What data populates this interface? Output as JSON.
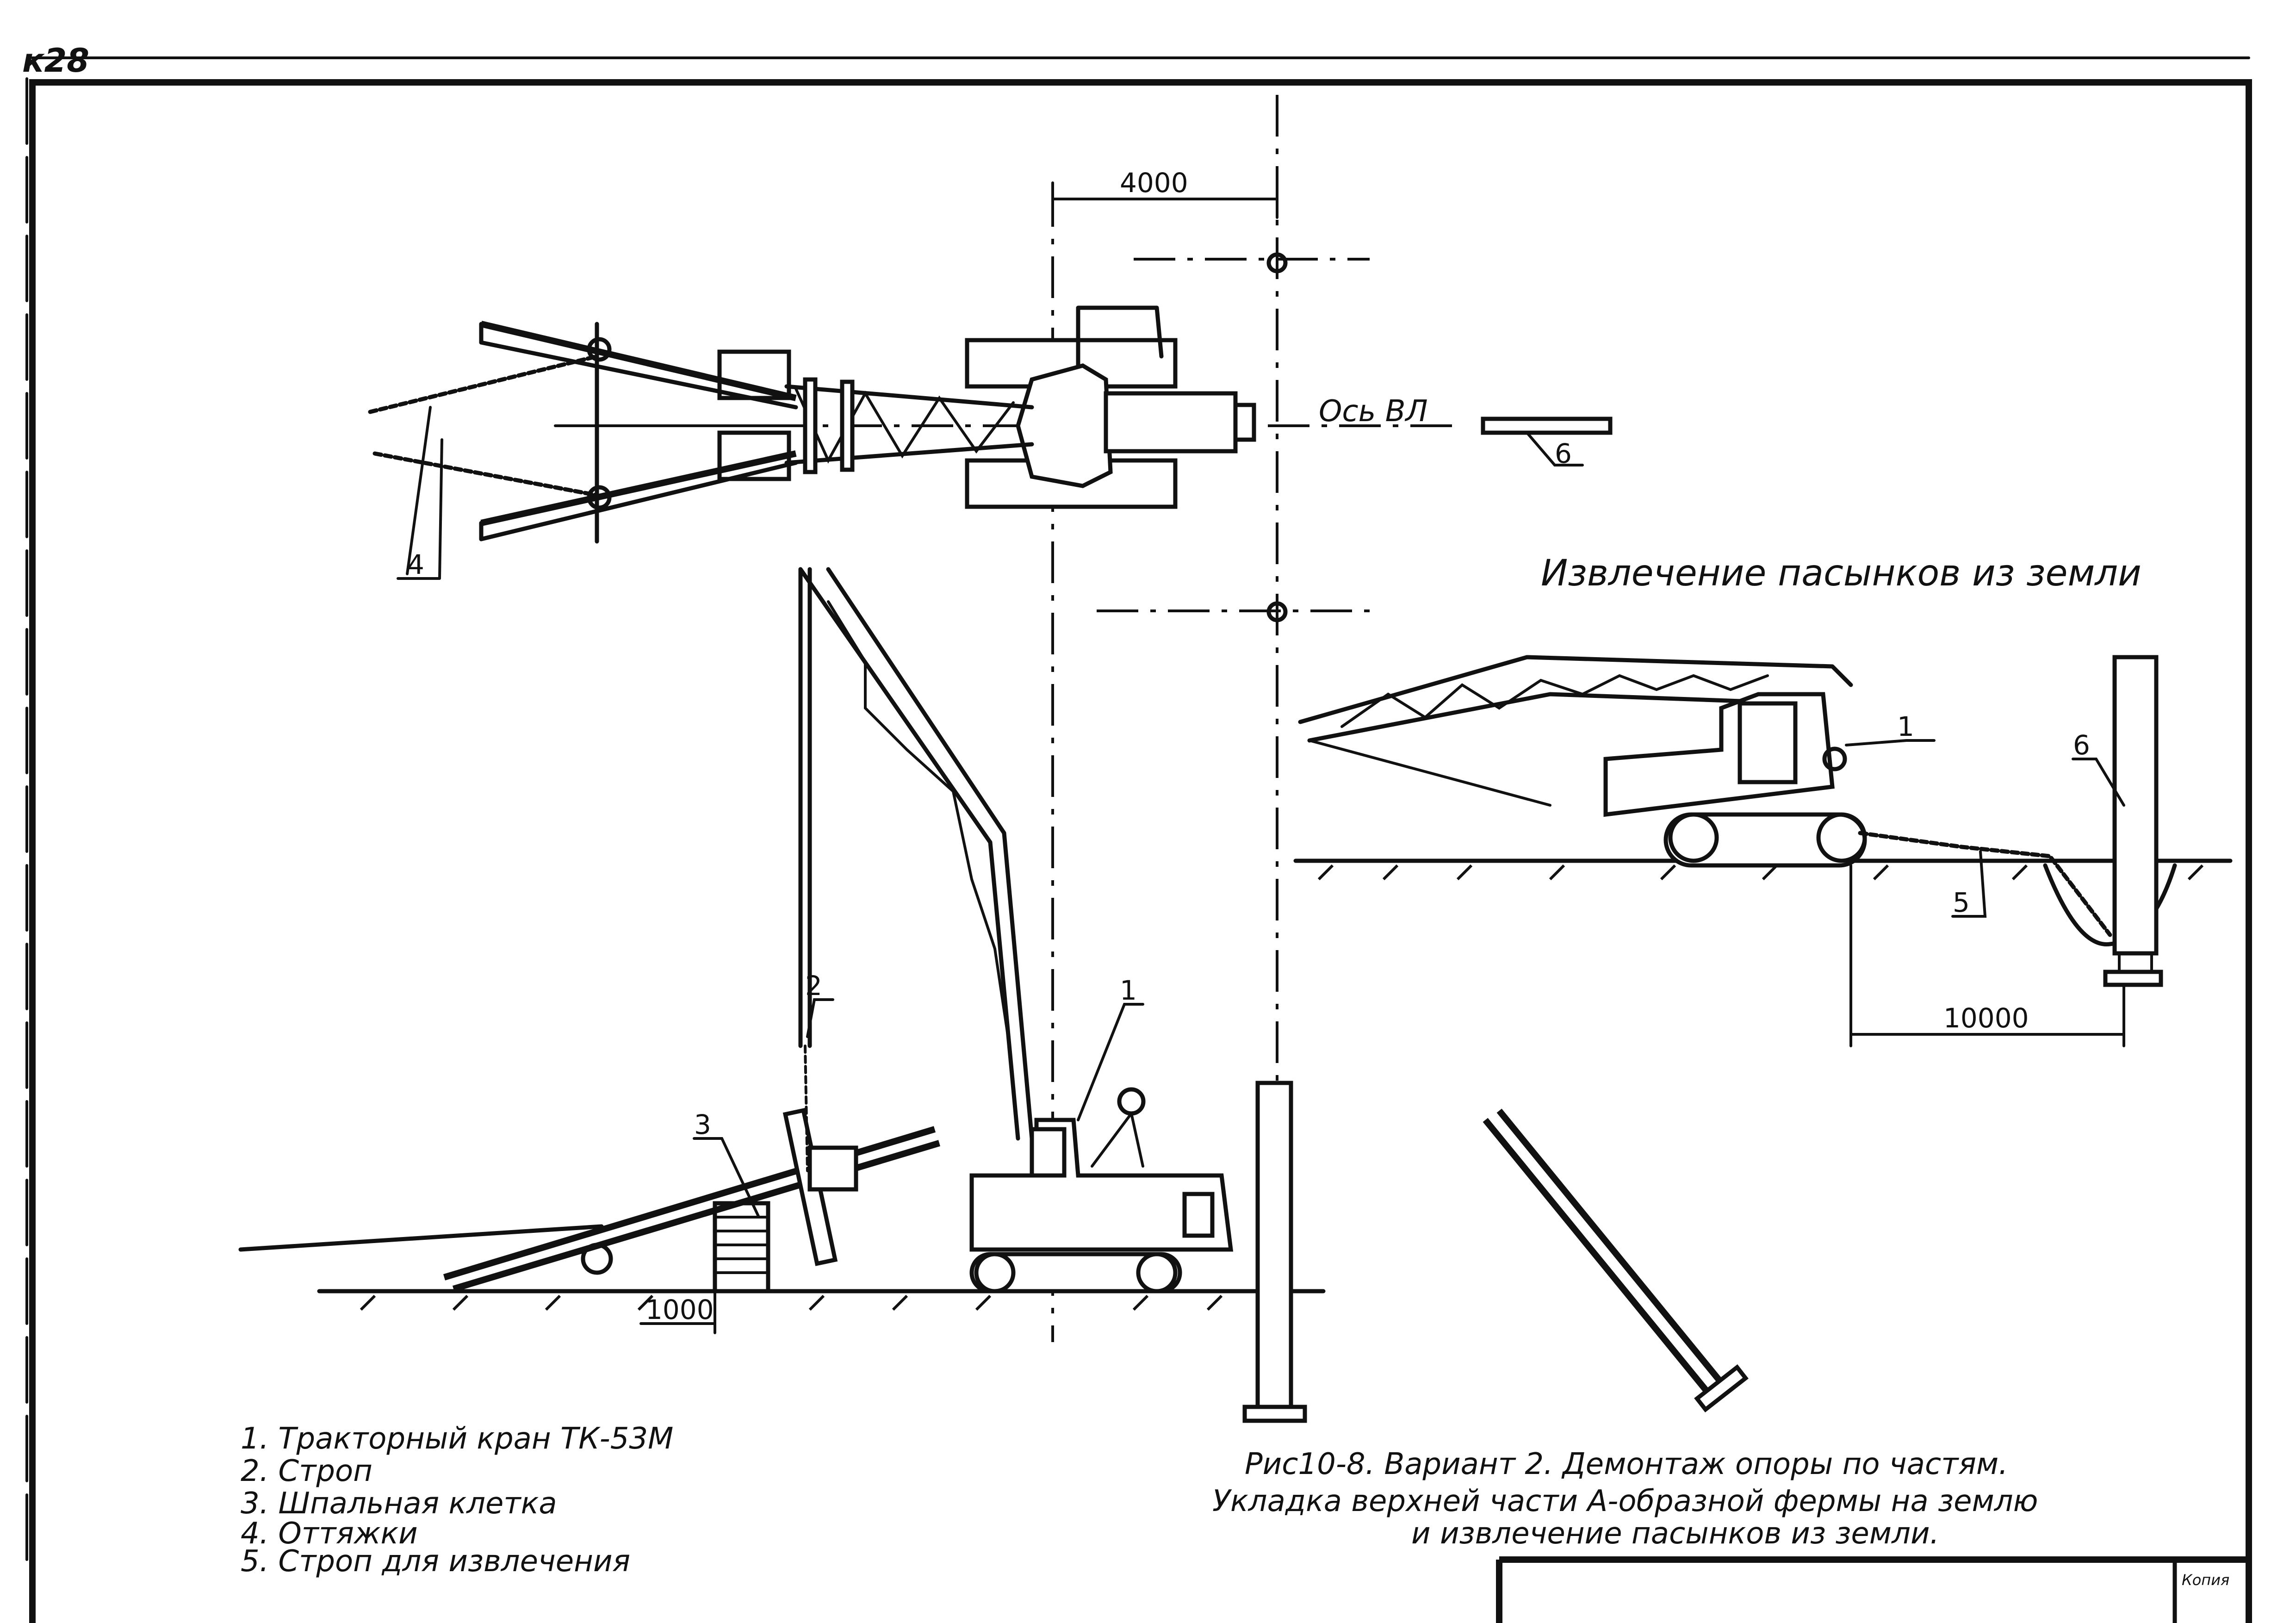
{
  "sheet": {
    "corner_code": "к28",
    "axis_label": "Ось ВЛ",
    "dim_top": "4000",
    "dim_ground": "1000",
    "dim_extract": "10000"
  },
  "callouts": {
    "plan_guys": "4",
    "plan_element": "6",
    "crane": "1",
    "sling": "2",
    "cage": "3",
    "extract_crane": "1",
    "extract_sling": "5",
    "extract_post": "6"
  },
  "extraction_title": "Извлечение пасынков из земли",
  "legend": {
    "items": [
      "1. Тракторный кран ТК-53М",
      "2. Строп",
      "3. Шпальная клетка",
      "4. Оттяжки",
      "5. Строп для извлечения"
    ]
  },
  "caption": {
    "lines": [
      "Рис10-8. Вариант 2. Демонтаж опоры по частям.",
      "Укладка верхней части А-образной фермы на землю",
      "и извлечение пасынков из земли."
    ]
  },
  "stamp": {
    "text": "Копия"
  }
}
